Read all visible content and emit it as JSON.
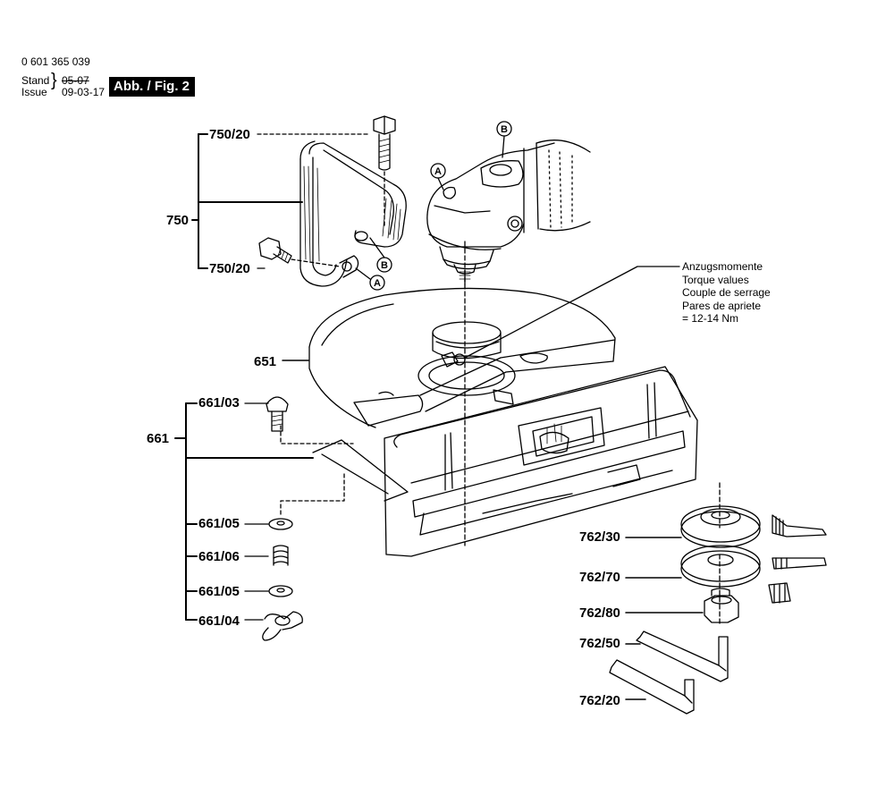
{
  "header": {
    "part_number": "0 601 365 039",
    "stand_label": "Stand",
    "issue_label": "Issue",
    "stand_value": "05-07",
    "issue_value": "09-03-17",
    "figure_badge": "Abb. / Fig. 2"
  },
  "torque_note": {
    "lines": [
      "Anzugsmomente",
      "Torque values",
      "Couple de serrage",
      "Pares de apriete",
      "= 12-14 Nm"
    ]
  },
  "callouts": {
    "a": "A",
    "b": "B"
  },
  "parts": {
    "p750_20_top": "750/20",
    "p750": "750",
    "p750_20_bottom": "750/20",
    "p651": "651",
    "p661_03": "661/03",
    "p661": "661",
    "p661_05_top": "661/05",
    "p661_06": "661/06",
    "p661_05_bottom": "661/05",
    "p661_04": "661/04",
    "p762_30": "762/30",
    "p762_70": "762/70",
    "p762_80": "762/80",
    "p762_50": "762/50",
    "p762_20": "762/20"
  },
  "colors": {
    "line": "#000000",
    "background": "#ffffff",
    "badge_bg": "#000000",
    "badge_text": "#ffffff"
  }
}
